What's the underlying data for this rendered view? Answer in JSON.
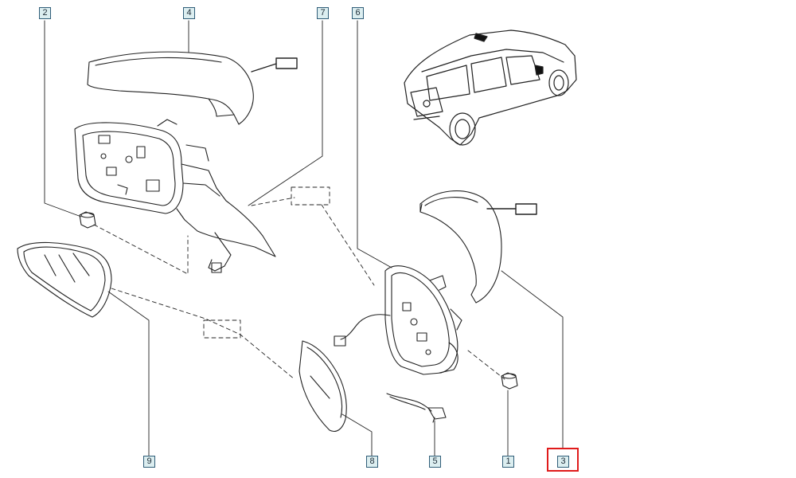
{
  "callouts": {
    "c2": "2",
    "c4": "4",
    "c7": "7",
    "c6": "6",
    "c9": "9",
    "c8": "8",
    "c5": "5",
    "c1": "1",
    "c3": "3"
  },
  "colors": {
    "line": "#222222",
    "callout_fill": "#dceef0",
    "callout_border": "#2f5d78",
    "highlight": "#e01b1b"
  }
}
